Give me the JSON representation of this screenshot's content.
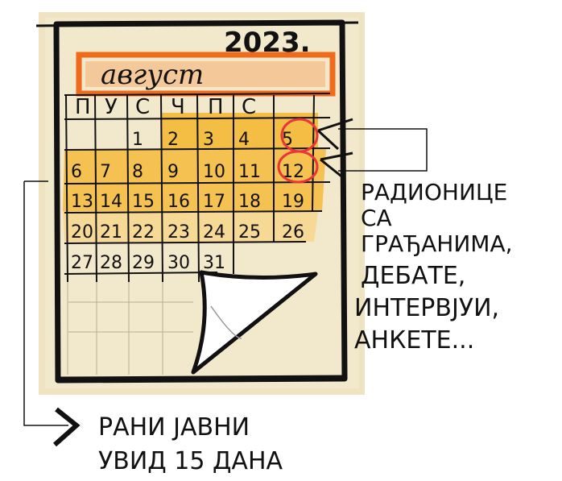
{
  "calendar": {
    "year": "2023.",
    "month": "август",
    "weekdays": [
      "П",
      "У",
      "С",
      "Ч",
      "П",
      "С"
    ],
    "weeks": [
      [
        "",
        "",
        "1",
        "2",
        "3",
        "4",
        "5"
      ],
      [
        "6",
        "7",
        "8",
        "9",
        "10",
        "11",
        "12"
      ],
      [
        "13",
        "14",
        "15",
        "16",
        "17",
        "18",
        "19"
      ],
      [
        "20",
        "21",
        "22",
        "23",
        "24",
        "25",
        "26"
      ],
      [
        "27",
        "28",
        "29",
        "30",
        "31",
        "",
        ""
      ]
    ]
  },
  "notes": {
    "right": [
      "РАДИОНИЦЕ",
      "СА",
      "ГРАЂАНИМА,",
      "ДЕБАТЕ,",
      "ИНТЕРВЈУИ,",
      "АНКЕТЕ..."
    ],
    "bottom": [
      "РАНИ ЈАВНИ",
      "УВИД 15 ДАНА"
    ]
  },
  "colors": {
    "paper": "#f1e6c5",
    "highlight": "#f5b52a",
    "month_bar": "#f06a1c",
    "circle": "#e8353a",
    "ink": "#111111"
  }
}
